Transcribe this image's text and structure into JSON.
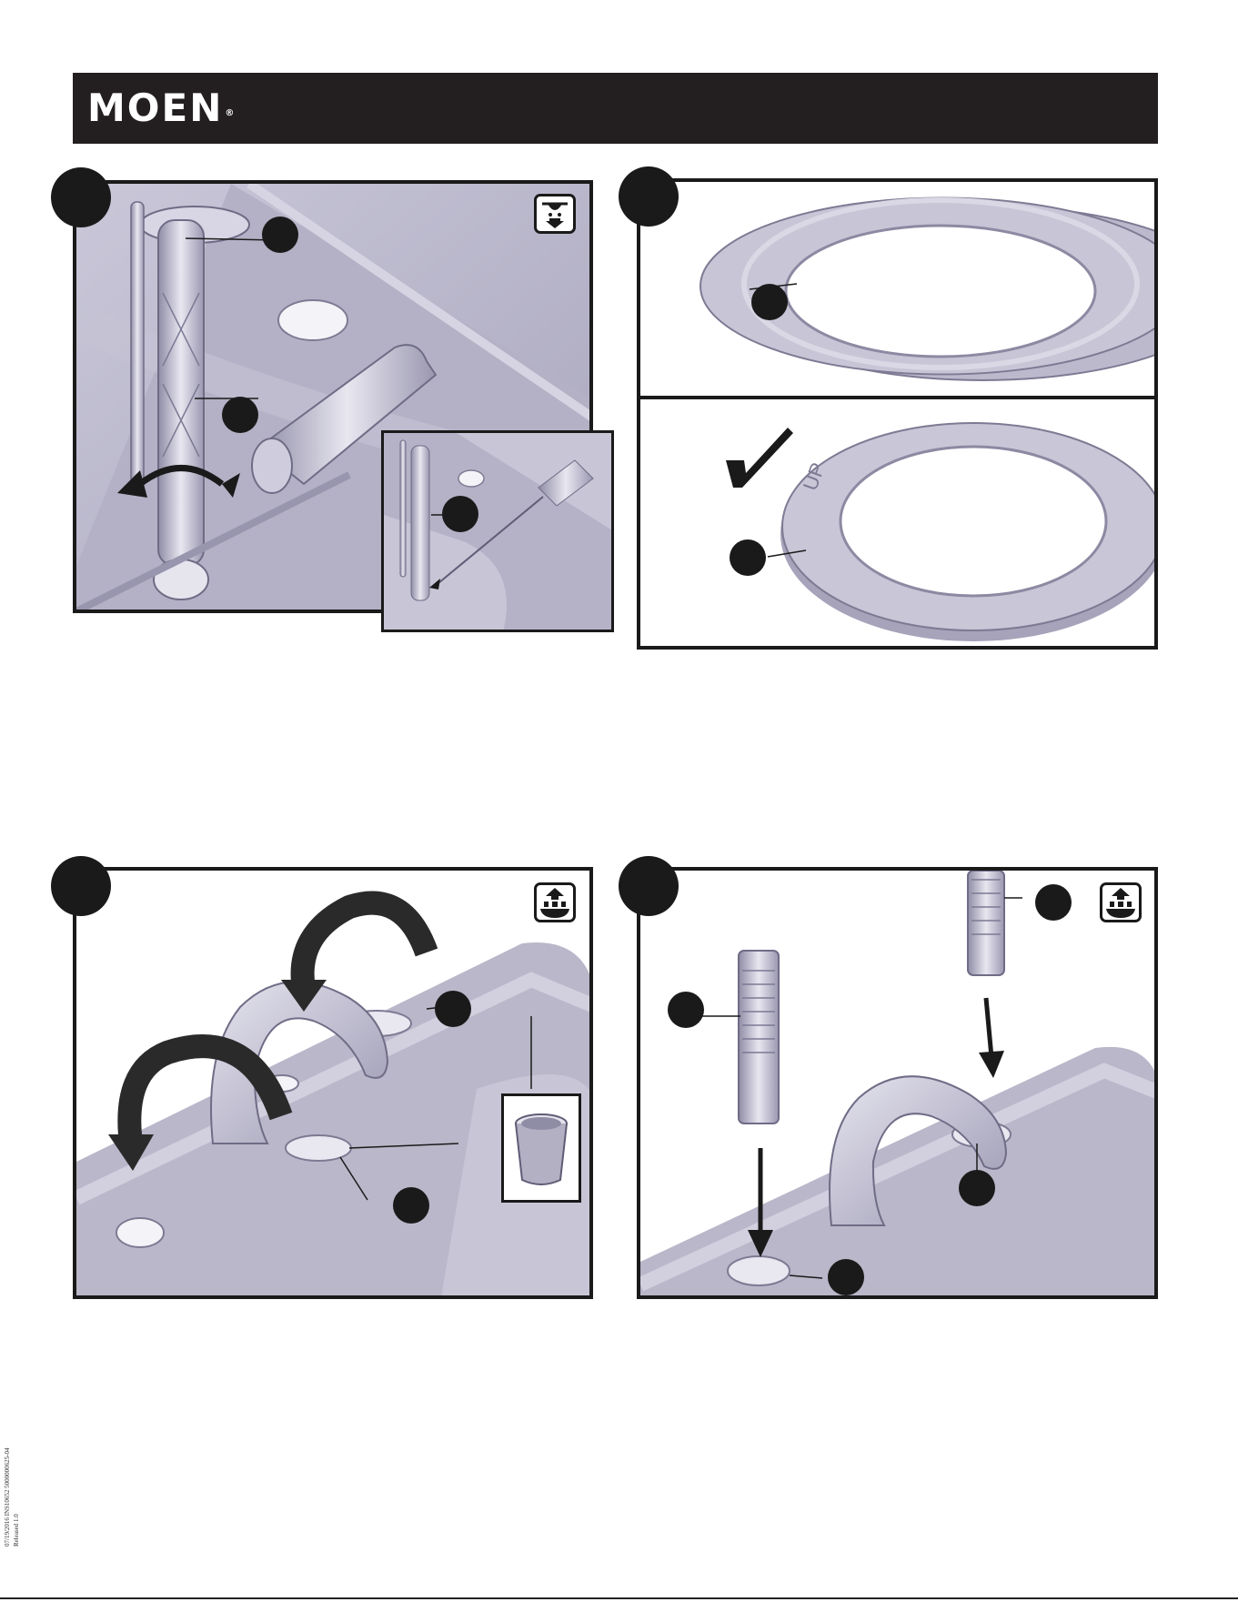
{
  "header": {
    "brand": "MOEN",
    "registered": "®"
  },
  "panels": {
    "step1": {
      "step_number": "",
      "icon": "water-off-down-icon"
    },
    "step2": {
      "step_number": "",
      "ring_label": "UP",
      "check_icon": "checkmark-icon"
    },
    "step3": {
      "step_number": "",
      "icon": "water-up-icon"
    },
    "step4": {
      "step_number": "",
      "icon": "water-up-icon"
    }
  },
  "margin": {
    "doc_code": "07/19/2016 INS10652 5000000625-04",
    "release": "Released 1.0"
  },
  "colors": {
    "header": "#231f20",
    "illustration": "#b9b7c9",
    "ink": "#1a1a1a"
  }
}
